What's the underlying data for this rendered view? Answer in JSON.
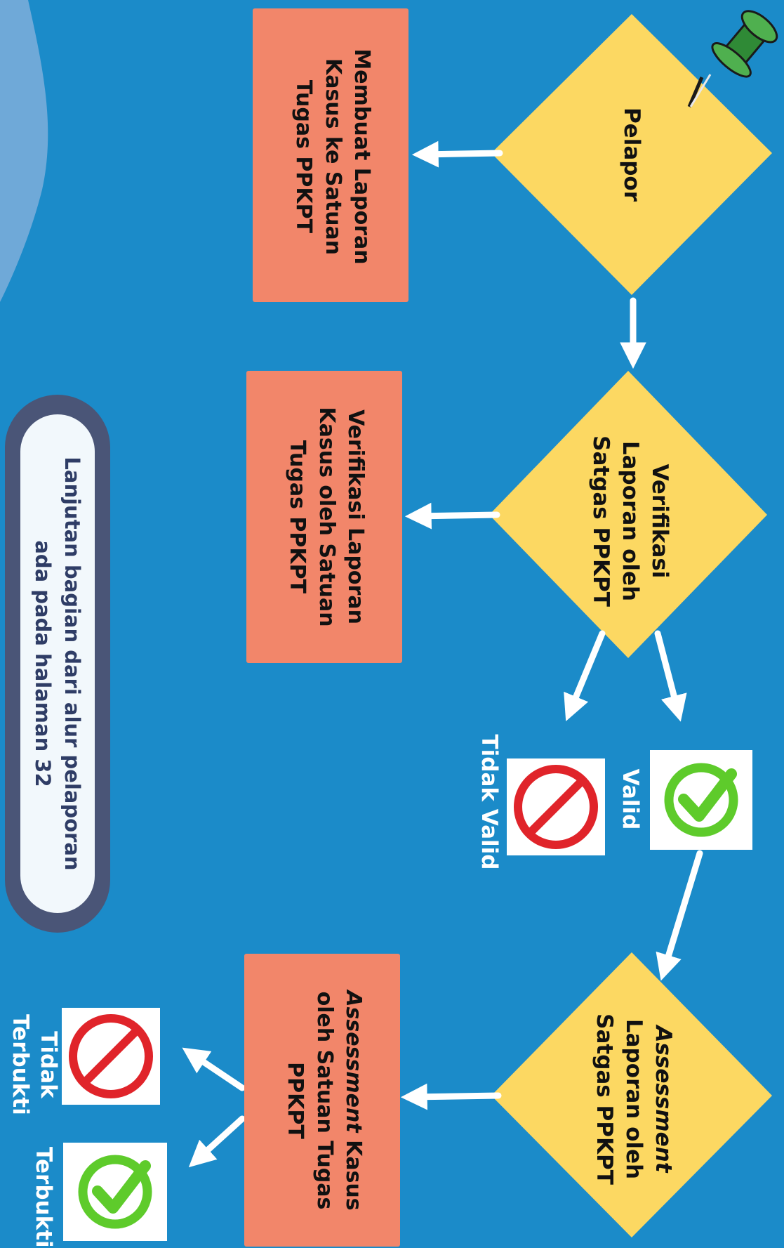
{
  "steps": {
    "pelapor": "Pelapor",
    "verifikasi_diamond": [
      "Verifikasi",
      "Laporan oleh",
      "Satgas PPKPT"
    ],
    "assessment_diamond": [
      "Assessment",
      "Laporan oleh",
      "Satgas PPKPT"
    ]
  },
  "actions": {
    "membuat": [
      "Membuat Laporan",
      "Kasus ke Satuan",
      "Tugas PPKPT"
    ],
    "verifikasi": [
      "Verifikasi Laporan",
      "Kasus oleh Satuan",
      "Tugas PPKPT"
    ],
    "assessment": {
      "line1_em": "Assessment",
      "line1_rest": " Kasus",
      "line2": "oleh Satuan Tugas",
      "line3": "PPKPT"
    }
  },
  "outcomes": {
    "valid": "Valid",
    "tidak_valid": "Tidak Valid",
    "tidak_terbukti": [
      "Tidak",
      "Terbukti"
    ],
    "terbukti": "Terbukti"
  },
  "note": [
    "Lanjutan bagian dari alur pelaporan",
    "ada pada halaman 32"
  ],
  "colors": {
    "background": "#1b8bc9",
    "diamond": "#fcd862",
    "action_box": "#f2866a",
    "note_border": "#4a5577",
    "check": "#5ecb2b",
    "prohibited": "#e0242a"
  },
  "icons": [
    "pushpin-icon",
    "check-icon",
    "prohibited-icon"
  ]
}
